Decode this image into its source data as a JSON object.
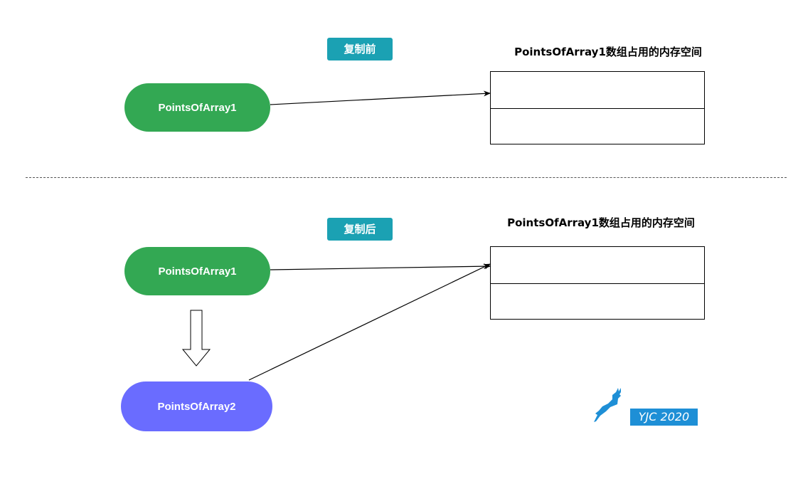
{
  "before": {
    "badge": "复制前",
    "pointer1": "PointsOfArray1",
    "memory_caption": "PointsOfArray1数组占用的内存空间"
  },
  "after": {
    "badge": "复制后",
    "pointer1": "PointsOfArray1",
    "pointer2": "PointsOfArray2",
    "memory_caption": "PointsOfArray1数组占用的内存空间"
  },
  "watermark": {
    "text": "YJC 2020"
  },
  "colors": {
    "badge": "#1ba1b3",
    "pointer_green": "#33a853",
    "pointer_purple": "#6a6cff",
    "watermark": "#1e8fd6"
  },
  "icons": {
    "watermark_logo": "deer-icon",
    "copy_arrow": "down-arrow-icon"
  }
}
